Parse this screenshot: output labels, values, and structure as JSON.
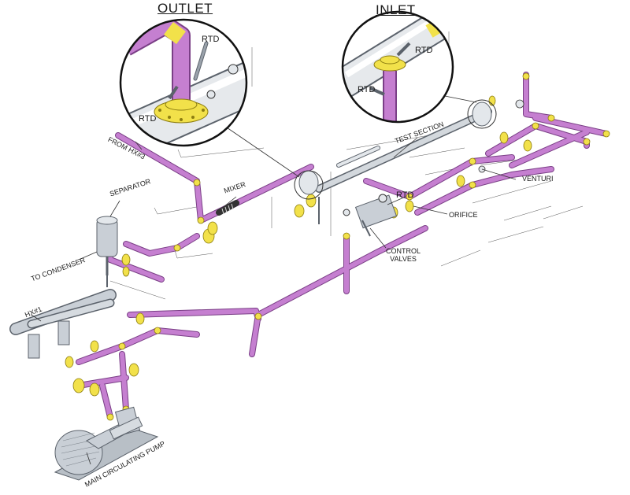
{
  "colors": {
    "pipe": "#c57fd0",
    "pipe_edge": "#7a3f86",
    "fitting": "#f2e14a",
    "fitting_edge": "#8c7d10",
    "steel": "#c9cfd6",
    "steel_edge": "#5b626b",
    "ink": "#1a1a1a"
  },
  "labels": {
    "outlet": "OUTLET",
    "inlet": "INLET",
    "rtd": "RTD",
    "from_hx3": "FROM HX#3",
    "separator": "SEPARATOR",
    "mixer": "MIXER",
    "to_condenser": "TO CONDENSER",
    "hx1": "HX#1",
    "main_pump": "MAIN CIRCULATING PUMP",
    "test_section": "TEST SECTION",
    "venturi": "VENTURI",
    "orifice": "ORIFICE",
    "control_valves": "CONTROL\nVALVES"
  },
  "icons": {
    "detail_outlet": "magnified-detail-outlet",
    "detail_inlet": "magnified-detail-inlet",
    "pump": "pump-icon",
    "gauge": "pressure-gauge-icon"
  }
}
